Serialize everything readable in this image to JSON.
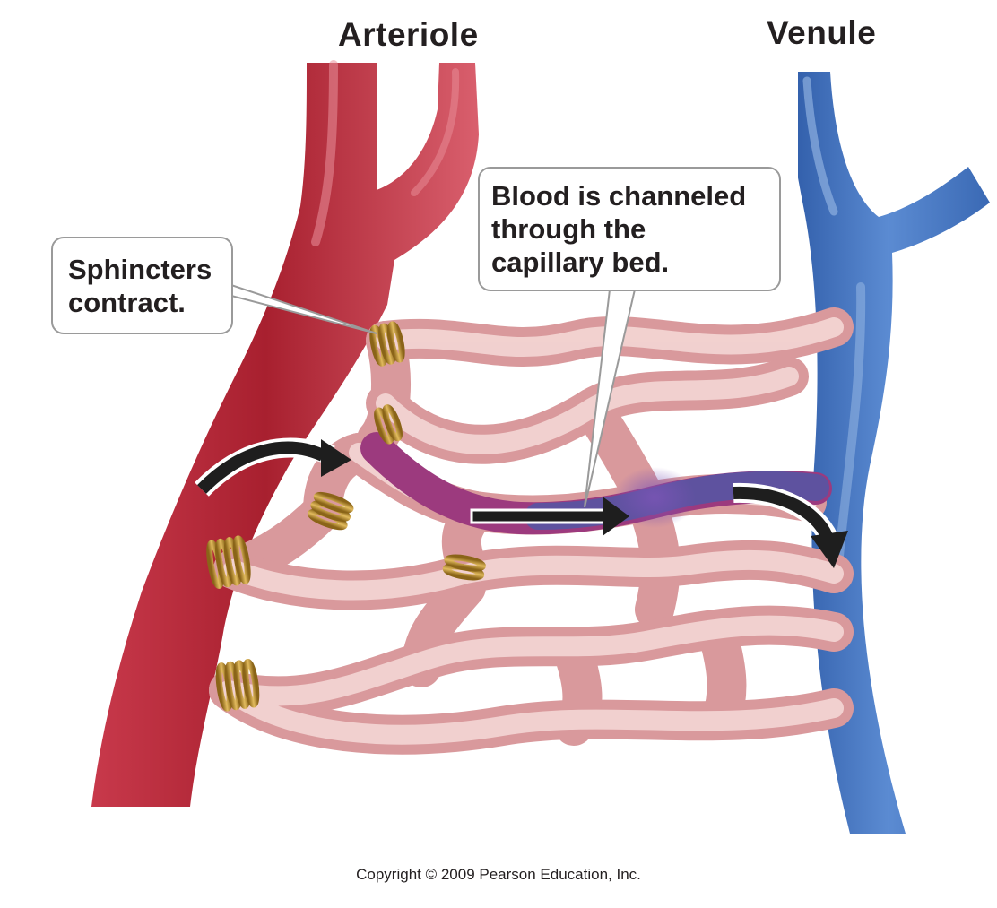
{
  "labels": {
    "arteriole": "Arteriole",
    "venule": "Venule"
  },
  "callouts": {
    "sphincters": [
      "Sphincters",
      "contract."
    ],
    "blood_channel": [
      "Blood is channeled",
      "through the",
      "capillary bed."
    ]
  },
  "copyright": "Copyright © 2009 Pearson Education, Inc.",
  "colors": {
    "arteriole": "#b3283a",
    "venule": "#3d6db3",
    "capillary": "#ecc3c1",
    "sphincter": "#c9a043",
    "flow_arrow": "#1e1e1e",
    "callout_border": "#9a9a9a"
  }
}
